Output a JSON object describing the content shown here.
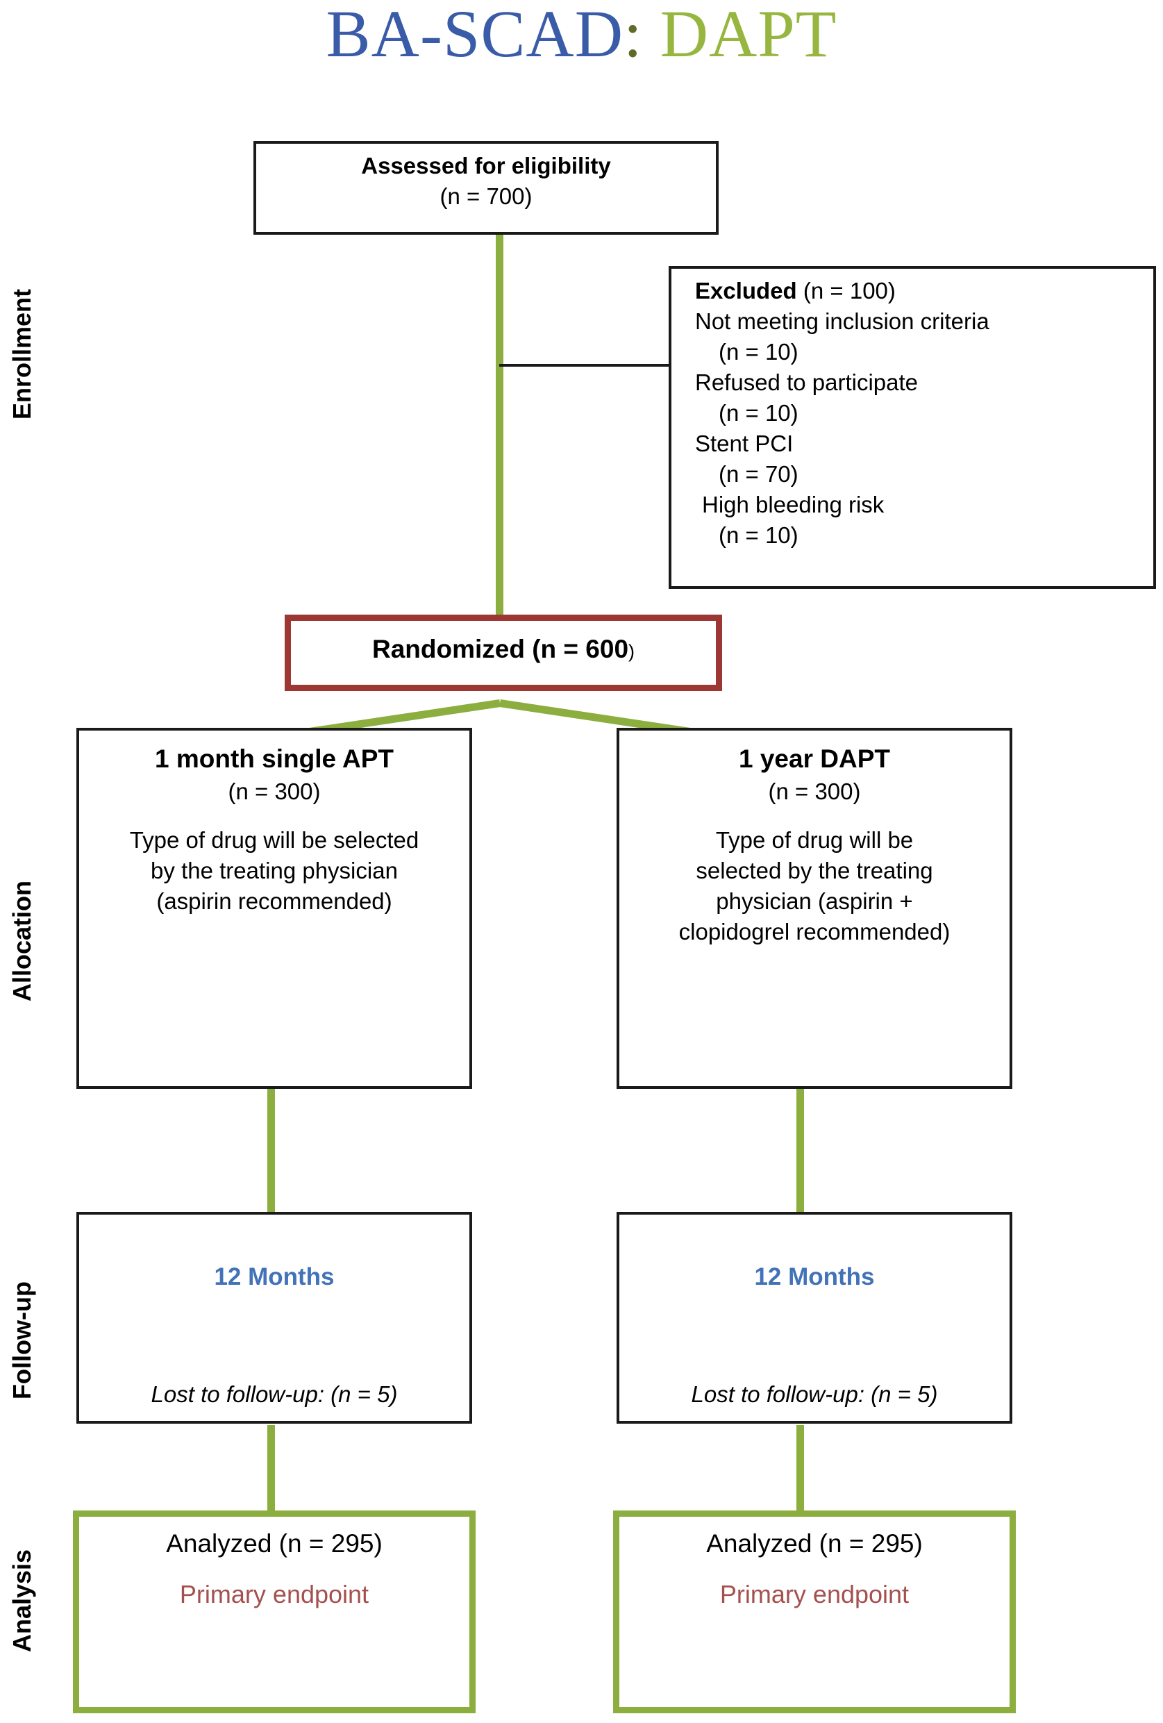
{
  "title": {
    "part_blue": "BA-SCAD",
    "part_colon": ":",
    "part_green": "DAPT",
    "color_blue": "#3A5BA8",
    "color_colon": "#5E6B2A",
    "color_green": "#97B63F"
  },
  "stages": {
    "enrollment": "Enrollment",
    "allocation": "Allocation",
    "followup": "Follow-up",
    "analysis": "Analysis"
  },
  "colors": {
    "connector_green": "#8BAE3E",
    "randomized_border": "#9C3734",
    "analysis_border": "#8BAE3E",
    "followup_text_blue": "#4272B8",
    "primary_endpoint_red": "#A4504E",
    "box_border_black": "#1a1a1a"
  },
  "eligibility": {
    "title": "Assessed for eligibility",
    "count": "(n = 700)"
  },
  "excluded": {
    "heading": "Excluded",
    "heading_count": "(n = 100)",
    "reasons": [
      {
        "label": "Not meeting inclusion criteria",
        "count": "(n = 10)"
      },
      {
        "label": "Refused to participate",
        "count": "(n = 10)"
      },
      {
        "label": "Stent PCI",
        "count": "(n = 70)"
      },
      {
        "label": "High bleeding risk",
        "count": "(n = 10)"
      }
    ]
  },
  "randomized": {
    "label": "Randomized (n = 600",
    "close_paren": ")"
  },
  "arms": [
    {
      "title": "1 month single APT",
      "count": "(n = 300)",
      "description_lines": [
        "Type of drug will be selected",
        "by the treating physician",
        "(aspirin recommended)"
      ],
      "followup_label": "12 Months",
      "lost_label": "Lost to follow-up: (n = 5)",
      "analyzed_label": "Analyzed (n = 295)",
      "endpoint_label": "Primary endpoint"
    },
    {
      "title": "1 year DAPT",
      "count": "(n = 300)",
      "description_lines": [
        "Type of drug will be",
        "selected by the treating",
        "physician (aspirin +",
        "clopidogrel recommended)"
      ],
      "followup_label": "12 Months",
      "lost_label": "Lost to follow-up: (n = 5)",
      "analyzed_label": "Analyzed (n = 295)",
      "endpoint_label": "Primary endpoint"
    }
  ]
}
